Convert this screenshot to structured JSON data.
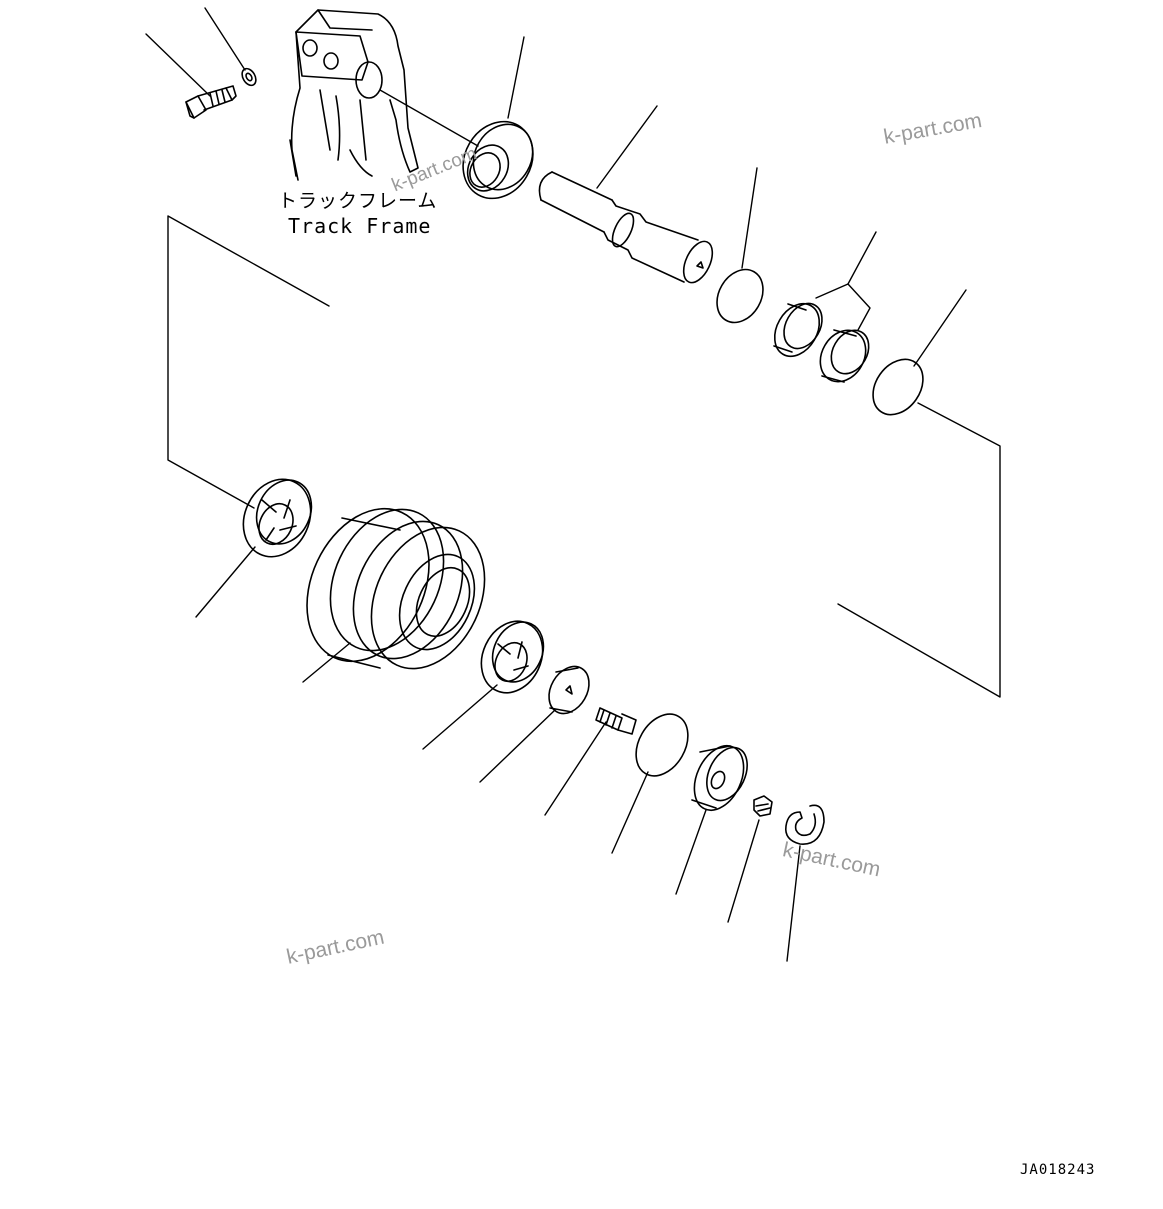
{
  "labels": {
    "track_frame_jp": "トラックフレーム",
    "track_frame_en": "Track Frame",
    "drawing_code": "JA018243"
  },
  "watermarks": [
    "k-part.com",
    "k-part.com",
    "k-part.com",
    "k-part.com"
  ],
  "colors": {
    "line": "#000000",
    "watermark": "#9a9a9a"
  }
}
